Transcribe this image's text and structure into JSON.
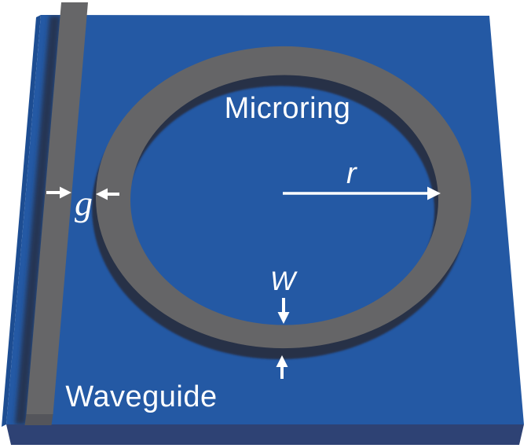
{
  "scene": {
    "labels": {
      "microring": "Microring",
      "waveguide": "Waveguide"
    },
    "annotations": {
      "gap_symbol": "g",
      "radius_symbol": "r",
      "width_symbol": "W"
    },
    "colors": {
      "background": "#ffffff",
      "substrate_top": "#2459A4",
      "substrate_left_side": "#1D4D92",
      "substrate_front": "#2E4274",
      "waveguide_top": "#666668",
      "waveguide_end_face": "#54555B",
      "ring_top": "#656567",
      "shadow_dark": "#272E45",
      "annotation_white": "#FFFFFF"
    }
  }
}
